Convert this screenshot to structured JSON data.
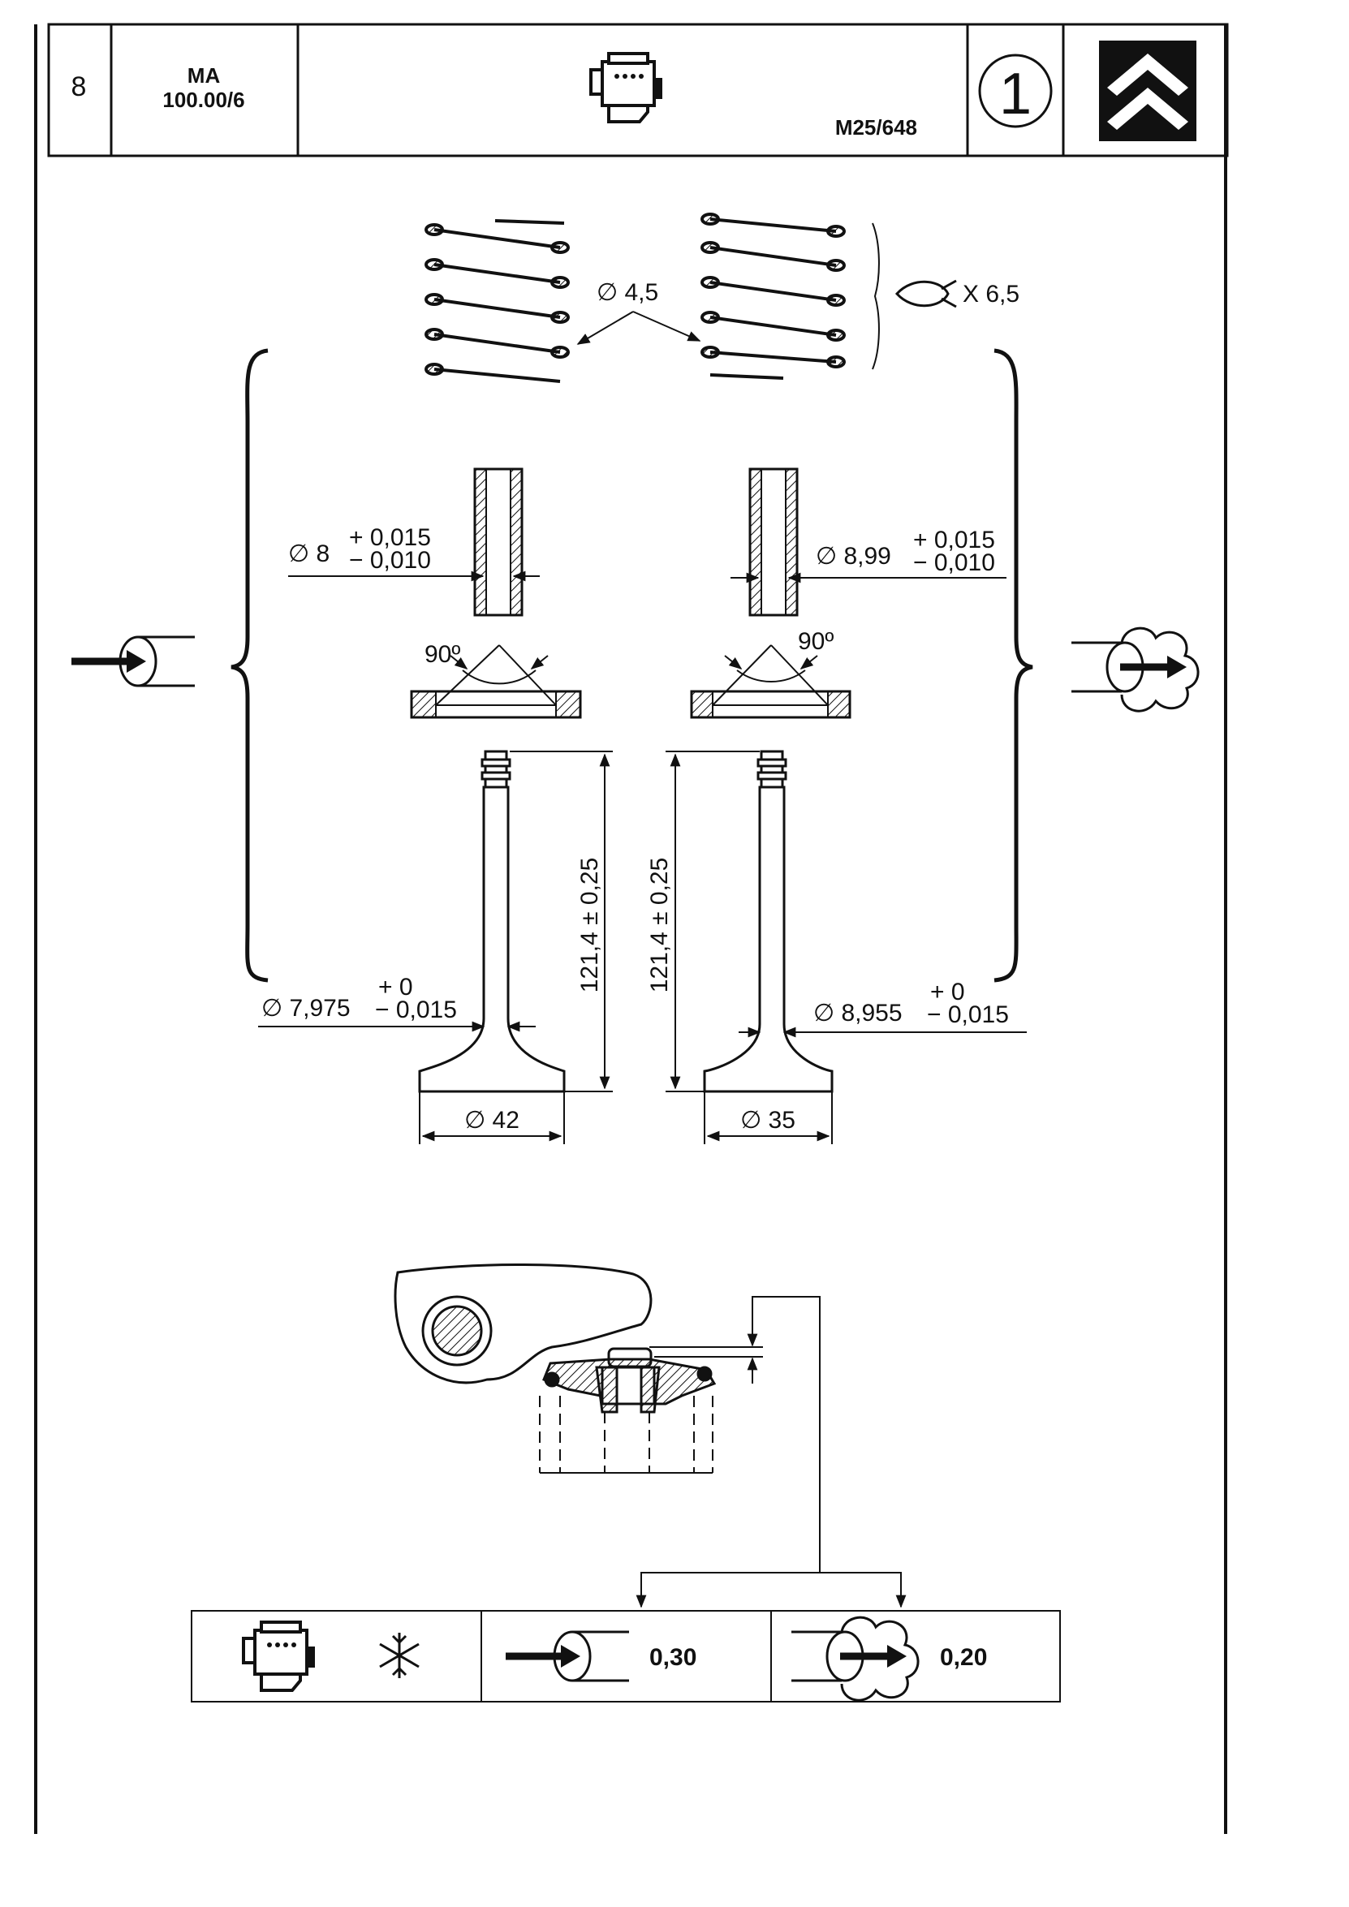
{
  "header": {
    "page_number": "8",
    "code_line1": "MA",
    "code_line2": "100.00/6",
    "reference": "M25/648",
    "badge_number": "1",
    "brand_icon": "citroen-double-chevron-logo"
  },
  "springs": {
    "wire_diameter": "∅ 4,5",
    "count_label": "X 6,5",
    "count_icon": "fish-symbol-icon"
  },
  "guides": {
    "intake_bore": "∅ 8",
    "intake_tol_plus": "+ 0,015",
    "intake_tol_minus": "− 0,010",
    "exhaust_bore": "∅ 8,99",
    "exhaust_tol_plus": "+ 0,015",
    "exhaust_tol_minus": "− 0,010"
  },
  "seats": {
    "intake_angle": "90º",
    "exhaust_angle": "90º"
  },
  "valves": {
    "intake_stem": "∅ 7,975",
    "intake_stem_tol_plus": "+ 0",
    "intake_stem_tol_minus": "− 0,015",
    "intake_length": "121,4 ± 0,25",
    "intake_head": "∅ 42",
    "exhaust_stem": "∅ 8,955",
    "exhaust_stem_tol_plus": "+ 0",
    "exhaust_stem_tol_minus": "− 0,015",
    "exhaust_length": "121,4 ± 0,25",
    "exhaust_head": "∅ 35"
  },
  "side_icons": {
    "left": "intake-arrow-icon",
    "right": "exhaust-cloud-icon"
  },
  "clearance_table": {
    "condition_icons": [
      "engine-icon",
      "snowflake-icon"
    ],
    "intake_icon": "intake-arrow-icon",
    "intake_value": "0,30",
    "exhaust_icon": "exhaust-cloud-icon",
    "exhaust_value": "0,20"
  }
}
